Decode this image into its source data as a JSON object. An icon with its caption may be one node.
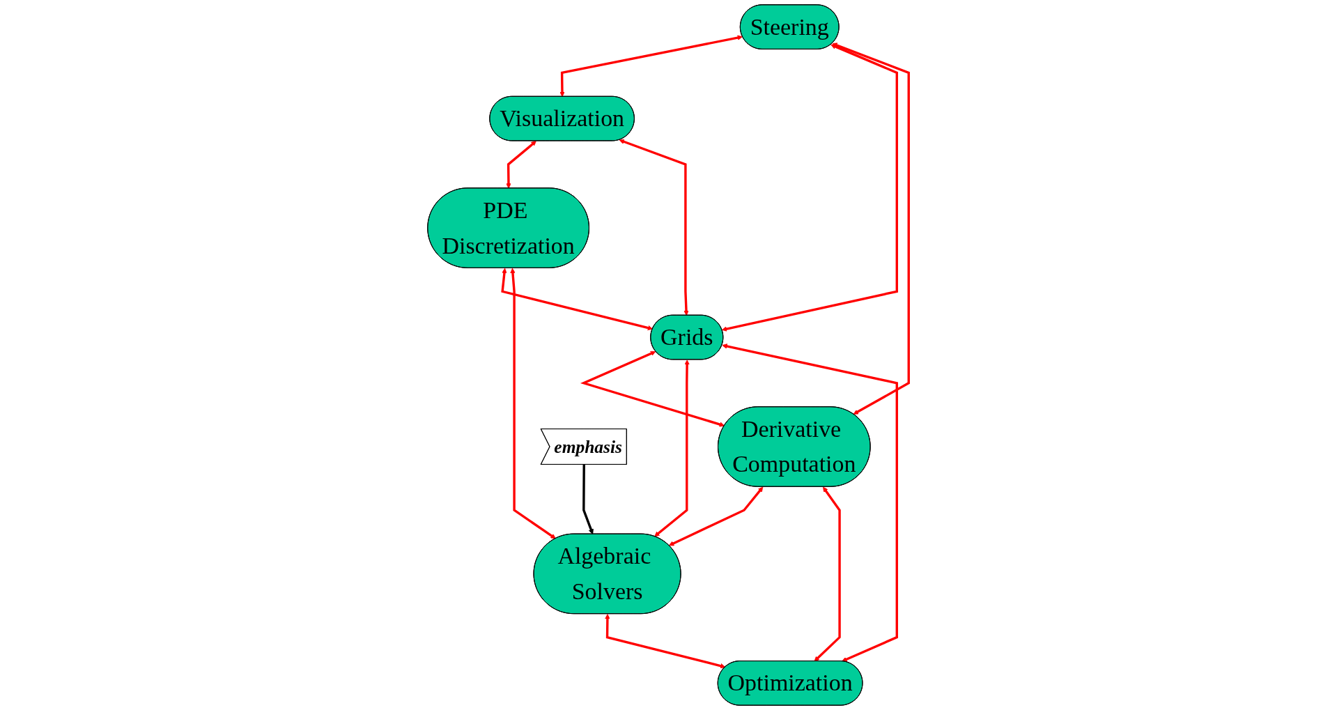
{
  "diagram": {
    "nodes": [
      {
        "text": [
          "Visualization"
        ]
      },
      {
        "text": [
          "Steering"
        ]
      },
      {
        "text": [
          "PDE Discretization"
        ]
      },
      {
        "text": [
          "Grids"
        ]
      },
      {
        "text": [
          "Derivative Computation"
        ]
      },
      {
        "text": [
          "Algebraic Solvers"
        ]
      },
      {
        "text": [
          "Optimization"
        ]
      },
      {
        "text": [
          "emphasis"
        ]
      }
    ],
    "edges": [
      {
        "from": 1,
        "to": 0,
        "arrow": "both"
      },
      {
        "from": 0,
        "to": 2,
        "arrow": "both"
      },
      {
        "from": 0,
        "to": 3,
        "arrow": "both"
      },
      {
        "from": 1,
        "to": 3,
        "arrow": "both"
      },
      {
        "from": 2,
        "to": 3,
        "arrow": "both"
      },
      {
        "from": 1,
        "to": 4,
        "arrow": "both"
      },
      {
        "from": 3,
        "to": 4,
        "arrow": "both"
      },
      {
        "from": 3,
        "to": 5,
        "arrow": "both"
      },
      {
        "from": 2,
        "to": 5,
        "arrow": "both"
      },
      {
        "from": 4,
        "to": 5,
        "arrow": "both"
      },
      {
        "from": 3,
        "to": 6,
        "arrow": "both"
      },
      {
        "from": 4,
        "to": 6,
        "arrow": "both"
      },
      {
        "from": 5,
        "to": 6,
        "arrow": "both"
      },
      {
        "from": 7,
        "to": 5,
        "arrow": "to",
        "color": "#000000"
      }
    ]
  }
}
